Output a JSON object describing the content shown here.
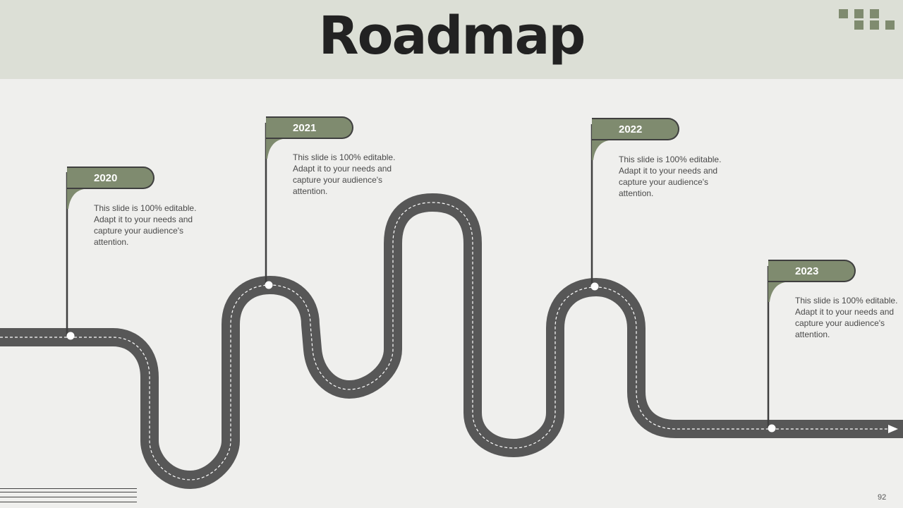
{
  "slide": {
    "title": "Roadmap",
    "page_number": "92"
  },
  "colors": {
    "accent": "#7f8b6f",
    "road": "#555555",
    "stem": "#3f3f3f",
    "header_bg": "#dcdfd6"
  },
  "milestones": [
    {
      "year": "2020",
      "text": "This slide is 100% editable. Adapt it to your needs and capture your audience's attention."
    },
    {
      "year": "2021",
      "text": "This slide is 100% editable. Adapt it to your needs and capture your audience's attention."
    },
    {
      "year": "2022",
      "text": "This slide is 100% editable. Adapt it to your needs and capture your audience's attention."
    },
    {
      "year": "2023",
      "text": "This slide is 100% editable. Adapt it to your needs and capture your audience's attention."
    }
  ]
}
